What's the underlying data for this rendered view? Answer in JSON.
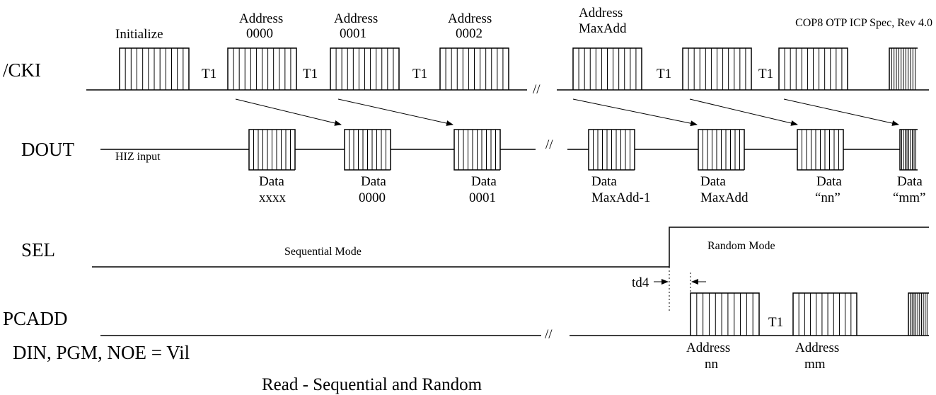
{
  "header": {
    "spec": "COP8 OTP ICP Spec, Rev 4.0"
  },
  "caption": "Read - Sequential and Random",
  "signals": {
    "cki": "/CKI",
    "dout": "DOUT",
    "sel": "SEL",
    "pcadd": "PCADD",
    "din": "DIN,  PGM, NOE = Vil"
  },
  "cki_labels": {
    "initialize": "Initialize",
    "address": "Address",
    "addr_0000": "0000",
    "addr_0001": "0001",
    "addr_0002": "0002",
    "addr_max": "MaxAdd"
  },
  "timing": {
    "t1": "T1",
    "td4": "td4",
    "break_mark": "//"
  },
  "dout_labels": {
    "hiz": "HIZ input",
    "data": "Data",
    "xxxx": "xxxx",
    "d0000": "0000",
    "d0001": "0001",
    "maxadd_minus1": "MaxAdd-1",
    "maxadd": "MaxAdd",
    "nn": "“nn”",
    "mm": "“mm”"
  },
  "modes": {
    "sequential": "Sequential Mode",
    "random": "Random Mode"
  },
  "pcadd_labels": {
    "address": "Address",
    "nn": "nn",
    "mm": "mm"
  }
}
